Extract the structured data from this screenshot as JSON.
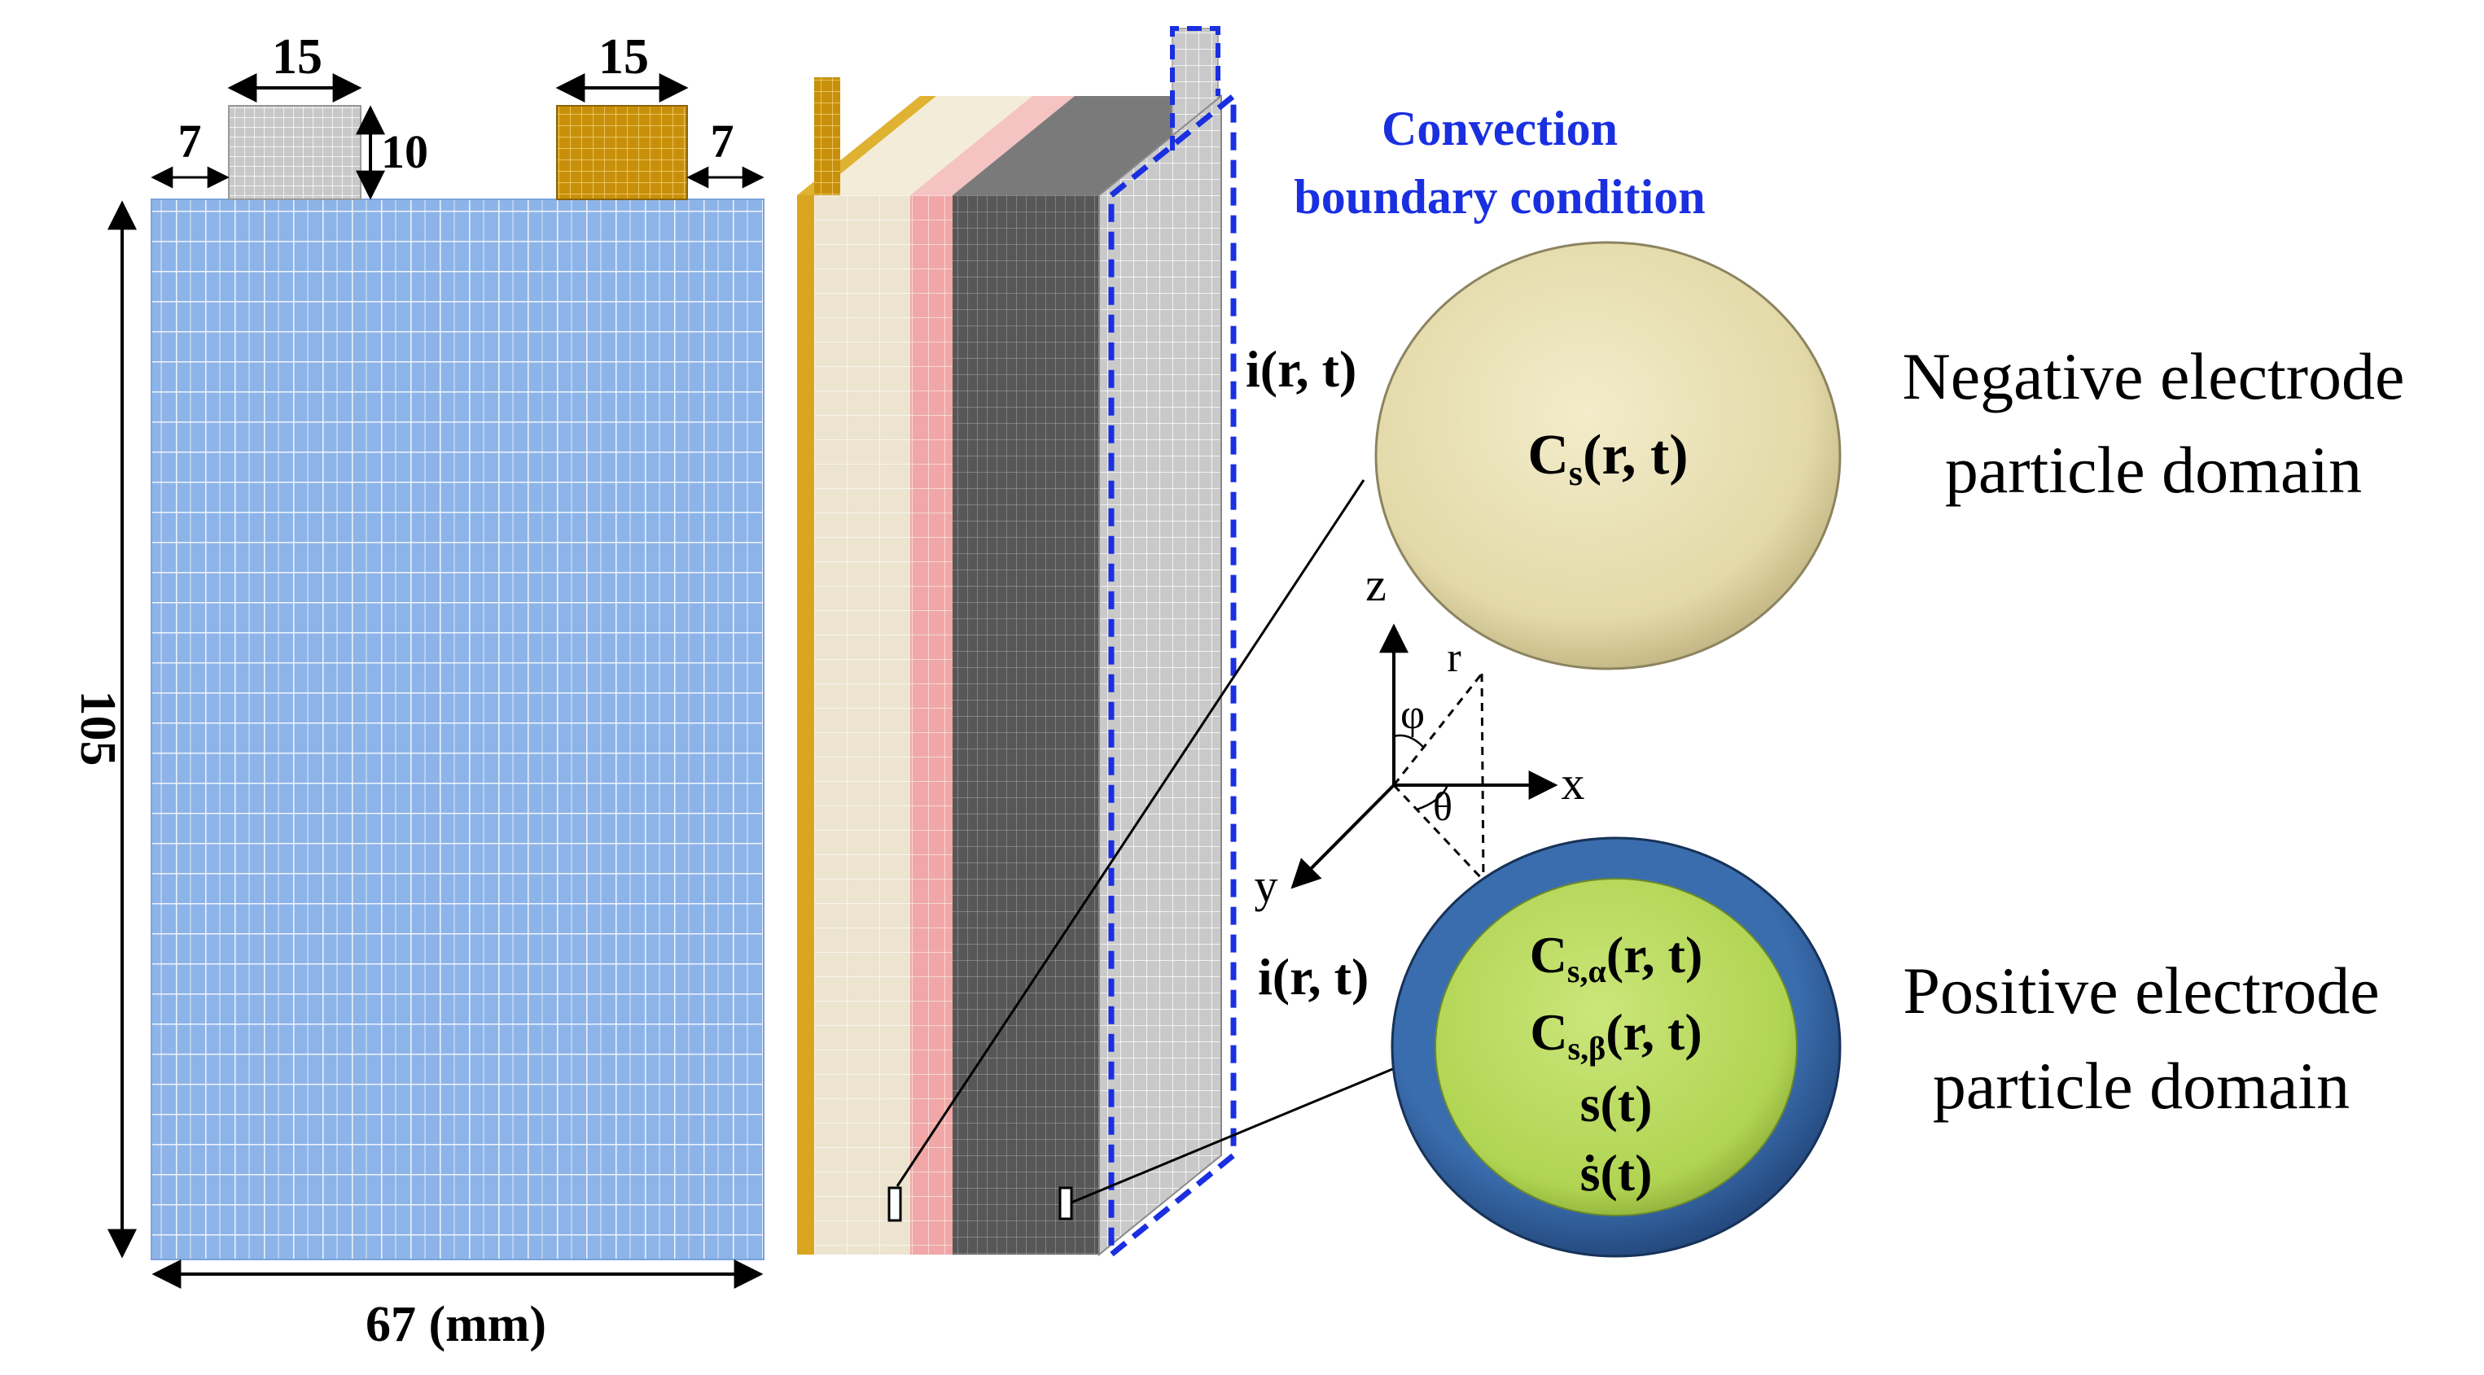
{
  "dimensions": {
    "tab_width_neg": "15",
    "tab_width_pos": "15",
    "tab_offset_left": "7",
    "tab_offset_right": "7",
    "tab_height": "10",
    "cell_height": "105",
    "cell_width": "67 (mm)"
  },
  "boundary": {
    "line1": "Convection",
    "line2": "boundary condition"
  },
  "current_label_top": "i(r, t)",
  "current_label_bottom": "i(r, t)",
  "negative_particle": {
    "var_main": "C",
    "var_sub": "s",
    "var_args": "(r, t)",
    "label_line1": "Negative electrode",
    "label_line2": "particle domain"
  },
  "positive_particle": {
    "line1_main": "C",
    "line1_sub": "s,α",
    "line1_args": "(r, t)",
    "line2_main": "C",
    "line2_sub": "s,β",
    "line2_args": "(r, t)",
    "line3": "s(t)",
    "line4": "ṡ(t)",
    "label_line1": "Positive electrode",
    "label_line2": "particle domain"
  },
  "axes": {
    "z": "z",
    "x": "x",
    "y": "y",
    "r": "r",
    "phi": "φ",
    "theta": "θ"
  },
  "colors": {
    "cell_face": "#8db4e8",
    "negative_tab": "#c9c9c9",
    "positive_tab": "#c8900a",
    "current_collector": "#d9a520",
    "negative_layer": "#ece4cf",
    "separator_layer": "#f1a7a7",
    "positive_layer": "#575757",
    "boundary_dash": "#1a2fe0",
    "neg_particle": "#e7dfb2",
    "pos_particle_core": "#b6d85a",
    "pos_particle_shell": "#2f5f9e"
  }
}
